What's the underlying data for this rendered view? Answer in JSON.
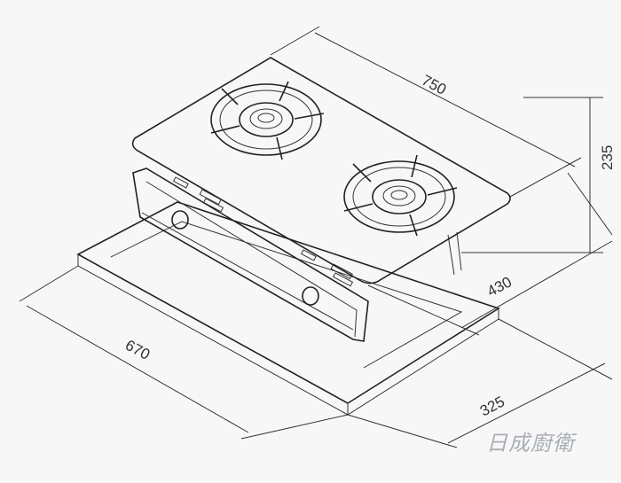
{
  "dimensions": {
    "width_top": "750",
    "height": "235",
    "depth_top": "430",
    "cutout_width": "670",
    "cutout_depth": "325"
  },
  "watermark": "日成廚衛"
}
